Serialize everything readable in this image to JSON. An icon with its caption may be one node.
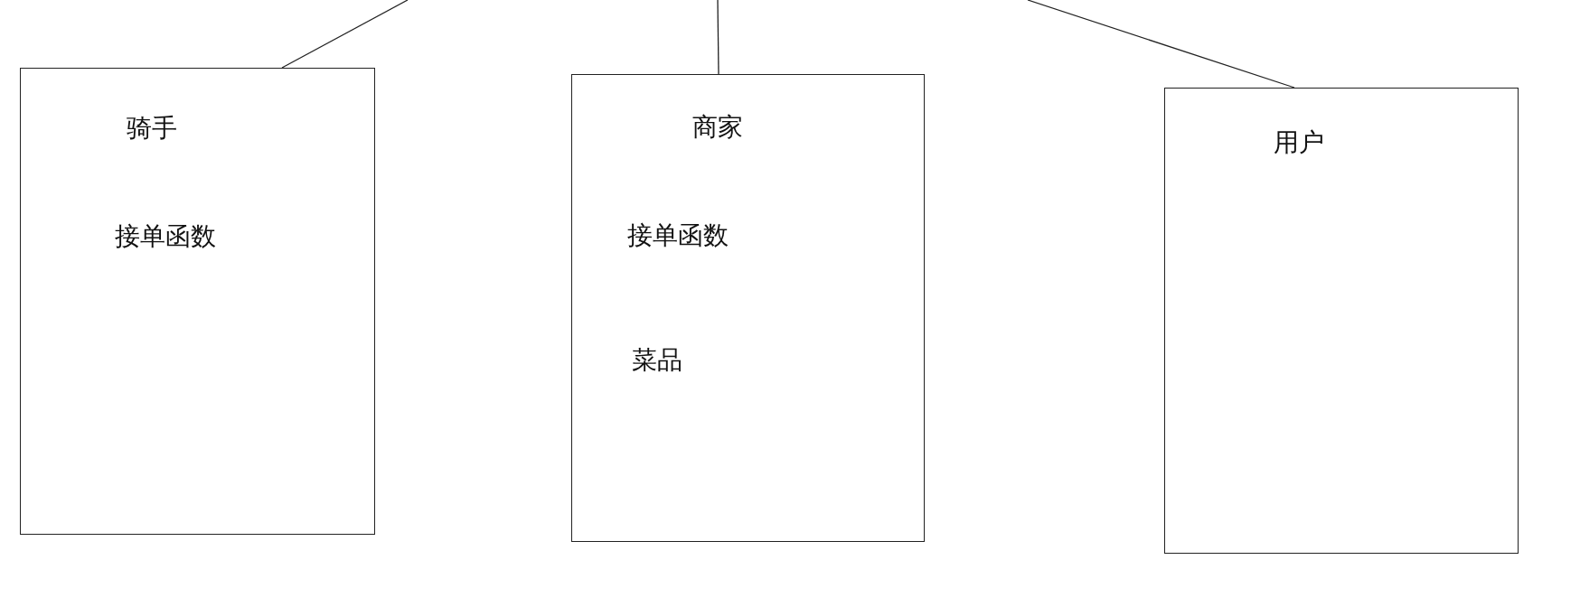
{
  "diagram": {
    "nodes": [
      {
        "text": [
          "骑手",
          "接单函数"
        ]
      },
      {
        "text": [
          "商家",
          "接单函数",
          "菜品"
        ]
      },
      {
        "text": [
          "用户"
        ]
      }
    ],
    "edges": [
      {
        "from": null,
        "to": 0,
        "arrow": "none"
      },
      {
        "from": null,
        "to": 1,
        "arrow": "none"
      },
      {
        "from": null,
        "to": 2,
        "arrow": "none"
      }
    ]
  }
}
